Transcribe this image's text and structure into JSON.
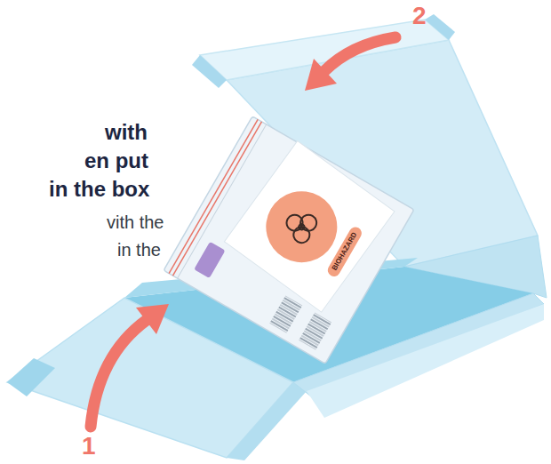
{
  "diagram": {
    "labels": [
      "with",
      "en put",
      "in the box",
      "vith the",
      "in the",
      "BIOHAZARD",
      "1",
      "2"
    ]
  }
}
